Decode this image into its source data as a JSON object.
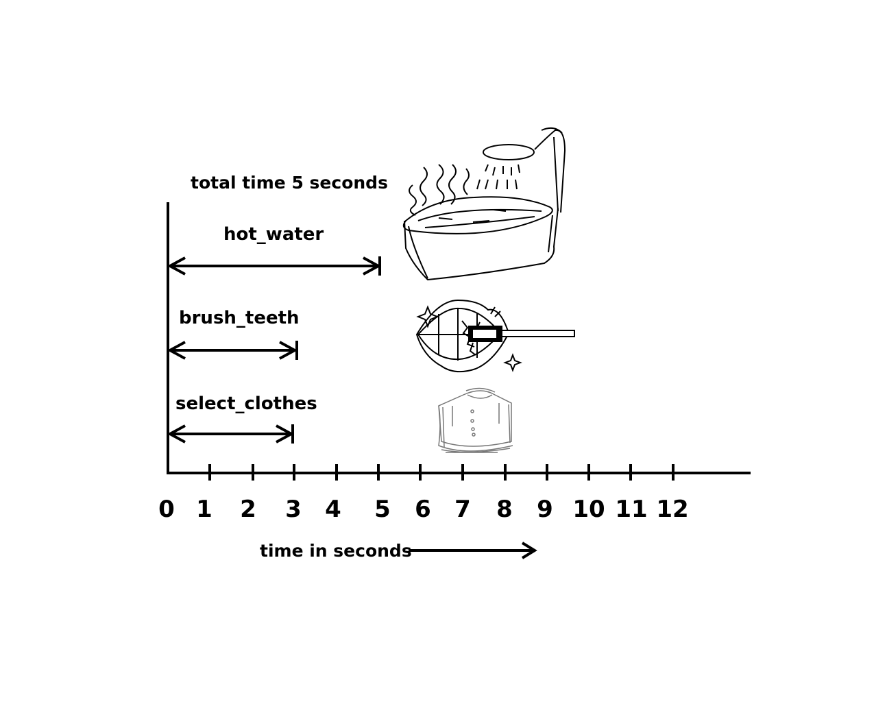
{
  "title": "total time 5 seconds",
  "axis": {
    "xlabel": "time in seconds",
    "ticks": [
      "0",
      "1",
      "2",
      "3",
      "4",
      "5",
      "6",
      "7",
      "8",
      "9",
      "10",
      "11",
      "12"
    ]
  },
  "tasks": [
    {
      "label": "hot_water",
      "duration": 5,
      "icon": "bathtub-shower-icon"
    },
    {
      "label": "brush_teeth",
      "duration": 3,
      "icon": "toothbrush-mouth-icon"
    },
    {
      "label": "select_clothes",
      "duration": 3,
      "icon": "shirt-icon"
    }
  ],
  "colors": {
    "ink": "#000000",
    "background": "#ffffff"
  }
}
